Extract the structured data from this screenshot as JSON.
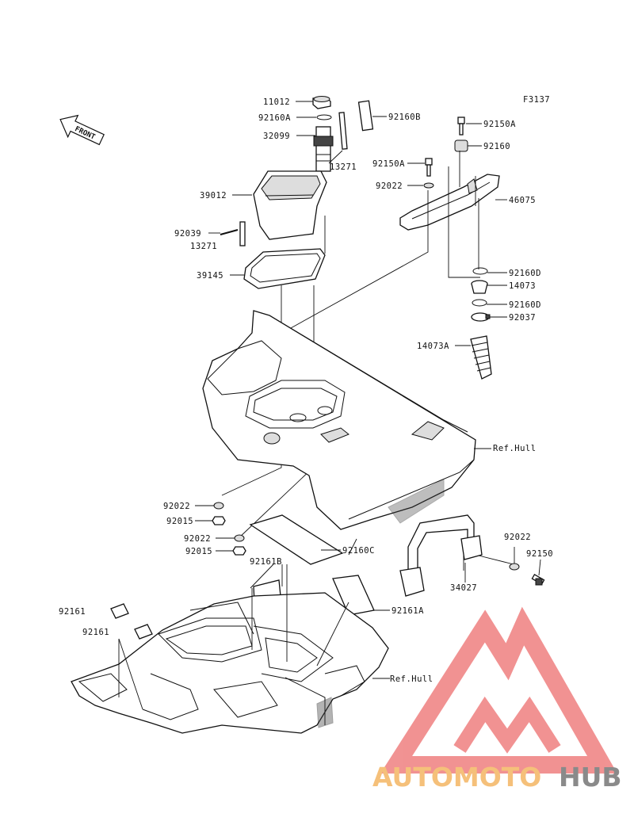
{
  "figure_code": "F3137",
  "front_label": "FRONT",
  "callouts": [
    {
      "id": "c-11012",
      "text": "11012"
    },
    {
      "id": "c-92160a",
      "text": "92160A"
    },
    {
      "id": "c-32099",
      "text": "32099"
    },
    {
      "id": "c-13271a",
      "text": "13271"
    },
    {
      "id": "c-39012",
      "text": "39012"
    },
    {
      "id": "c-92039",
      "text": "92039"
    },
    {
      "id": "c-13271b",
      "text": "13271"
    },
    {
      "id": "c-39145",
      "text": "39145"
    },
    {
      "id": "c-92160b",
      "text": "92160B"
    },
    {
      "id": "c-92150a-1",
      "text": "92150A"
    },
    {
      "id": "c-92160",
      "text": "92160"
    },
    {
      "id": "c-92150a-2",
      "text": "92150A"
    },
    {
      "id": "c-92022-1",
      "text": "92022"
    },
    {
      "id": "c-46075",
      "text": "46075"
    },
    {
      "id": "c-92160d-1",
      "text": "92160D"
    },
    {
      "id": "c-14073",
      "text": "14073"
    },
    {
      "id": "c-92160d-2",
      "text": "92160D"
    },
    {
      "id": "c-92037",
      "text": "92037"
    },
    {
      "id": "c-14073a",
      "text": "14073A"
    },
    {
      "id": "c-refhull-1",
      "text": "Ref.Hull"
    },
    {
      "id": "c-92022-2",
      "text": "92022"
    },
    {
      "id": "c-92015-1",
      "text": "92015"
    },
    {
      "id": "c-92022-3",
      "text": "92022"
    },
    {
      "id": "c-92015-2",
      "text": "92015"
    },
    {
      "id": "c-92160c",
      "text": "92160C"
    },
    {
      "id": "c-92161b",
      "text": "92161B"
    },
    {
      "id": "c-92161a",
      "text": "92161A"
    },
    {
      "id": "c-92161-1",
      "text": "92161"
    },
    {
      "id": "c-92161-2",
      "text": "92161"
    },
    {
      "id": "c-refhull-2",
      "text": "Ref.Hull"
    },
    {
      "id": "c-92022-4",
      "text": "92022"
    },
    {
      "id": "c-92150",
      "text": "92150"
    },
    {
      "id": "c-34027",
      "text": "34027"
    }
  ],
  "watermark": {
    "text_part1": "AUTOMOTO",
    "text_part2": "HUB",
    "color_part1": "#f5c07a",
    "color_part2": "#8a8a8a",
    "logo_color": "#ef8080"
  }
}
